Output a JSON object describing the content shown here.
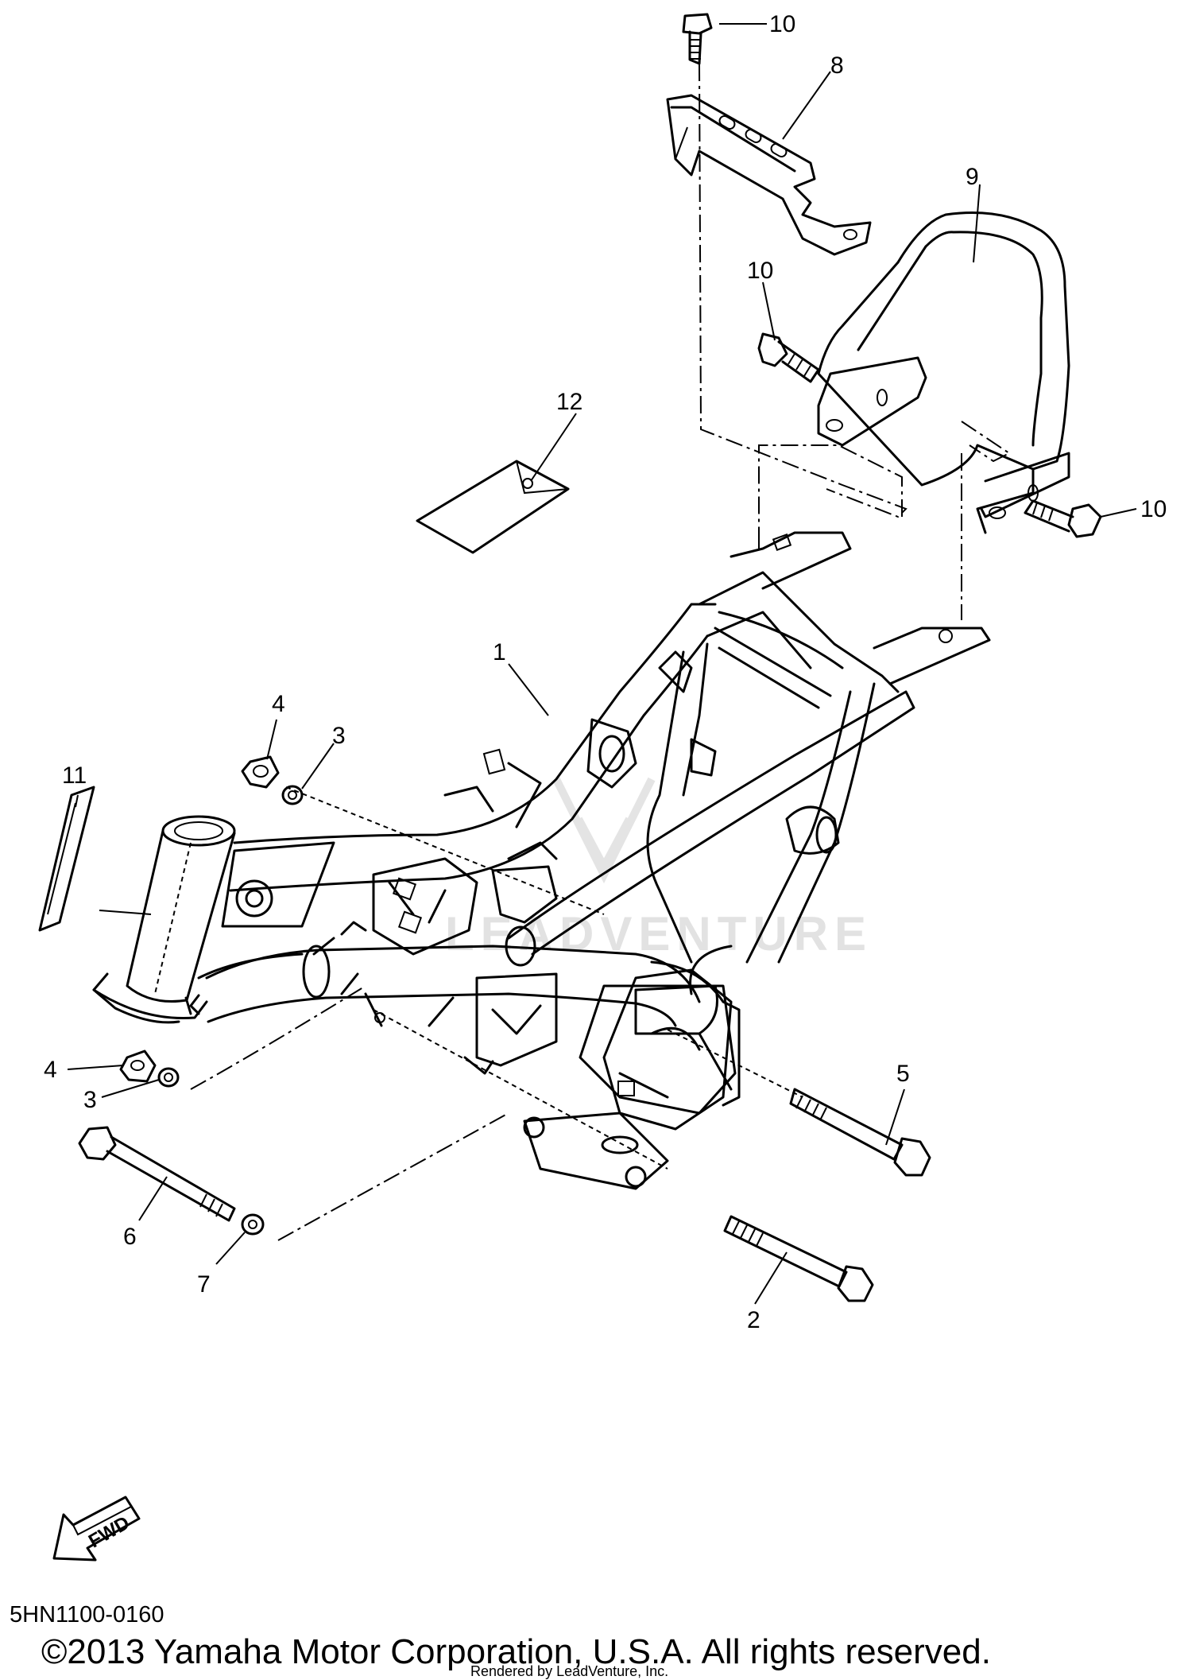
{
  "callouts": [
    {
      "id": "c1",
      "label": "1"
    },
    {
      "id": "c2",
      "label": "2"
    },
    {
      "id": "c3a",
      "label": "3"
    },
    {
      "id": "c3b",
      "label": "3"
    },
    {
      "id": "c4a",
      "label": "4"
    },
    {
      "id": "c4b",
      "label": "4"
    },
    {
      "id": "c5",
      "label": "5"
    },
    {
      "id": "c6",
      "label": "6"
    },
    {
      "id": "c7",
      "label": "7"
    },
    {
      "id": "c8",
      "label": "8"
    },
    {
      "id": "c9",
      "label": "9"
    },
    {
      "id": "c10a",
      "label": "10"
    },
    {
      "id": "c10b",
      "label": "10"
    },
    {
      "id": "c10c",
      "label": "10"
    },
    {
      "id": "c11",
      "label": "11"
    },
    {
      "id": "c12",
      "label": "12"
    }
  ],
  "watermark": "LEADVENTURE",
  "fwd_label": "FWD",
  "diagram_code": "5HN1100-0160",
  "copyright": "©2013 Yamaha Motor Corporation, U.S.A. All rights reserved.",
  "rendered_by": "Rendered by LeadVenture, Inc."
}
